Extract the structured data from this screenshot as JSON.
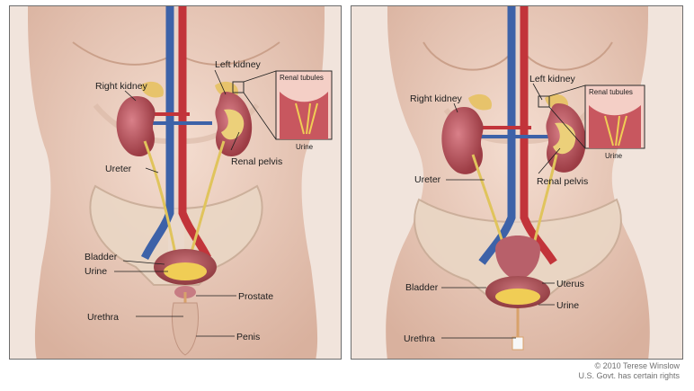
{
  "colors": {
    "skin": "#f2dccd",
    "kidney": "#b5545a",
    "artery": "#c2343a",
    "vein": "#3d62a8",
    "ureter": "#e0c45c",
    "urine": "#f0cd55"
  },
  "male": {
    "labels": {
      "right_kidney": "Right kidney",
      "left_kidney": "Left kidney",
      "renal_tubules": "Renal tubules",
      "urine_inset": "Urine",
      "ureter": "Ureter",
      "renal_pelvis": "Renal pelvis",
      "bladder": "Bladder",
      "urine": "Urine",
      "prostate": "Prostate",
      "urethra": "Urethra",
      "penis": "Penis"
    }
  },
  "female": {
    "labels": {
      "right_kidney": "Right kidney",
      "left_kidney": "Left kidney",
      "renal_tubules": "Renal tubules",
      "urine_inset": "Urine",
      "ureter": "Ureter",
      "renal_pelvis": "Renal pelvis",
      "uterus": "Uterus",
      "bladder": "Bladder",
      "urine": "Urine",
      "urethra": "Urethra"
    }
  },
  "footer": {
    "copyright_line1": "© 2010 Terese Winslow",
    "copyright_line2": "U.S. Govt. has certain rights"
  }
}
